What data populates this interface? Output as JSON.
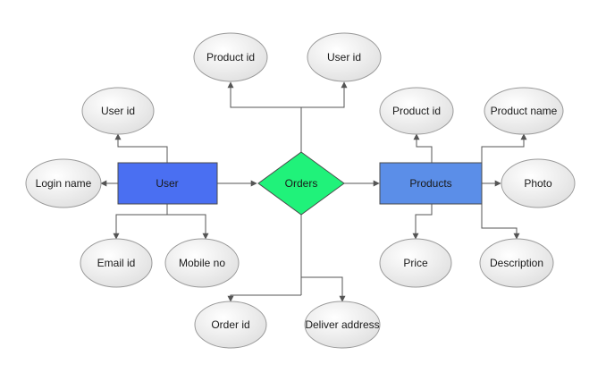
{
  "diagram": {
    "colors": {
      "user_entity_fill": "#4a6ff2",
      "products_entity_fill": "#5b8ee8",
      "relationship_fill": "#20f27a",
      "attribute_fill_light": "#ffffff",
      "attribute_fill_dark": "#dedede",
      "connector": "#555555"
    },
    "entities": [
      {
        "id": "user",
        "label": "User"
      },
      {
        "id": "products",
        "label": "Products"
      }
    ],
    "relationship": {
      "id": "orders",
      "label": "Orders"
    },
    "attributes": {
      "user": [
        "User id",
        "Login name",
        "Email id",
        "Mobile no"
      ],
      "orders": [
        "Product id",
        "User id",
        "Order id",
        "Deliver address"
      ],
      "products": [
        "Product id",
        "Product name",
        "Photo",
        "Price",
        "Description"
      ]
    }
  }
}
